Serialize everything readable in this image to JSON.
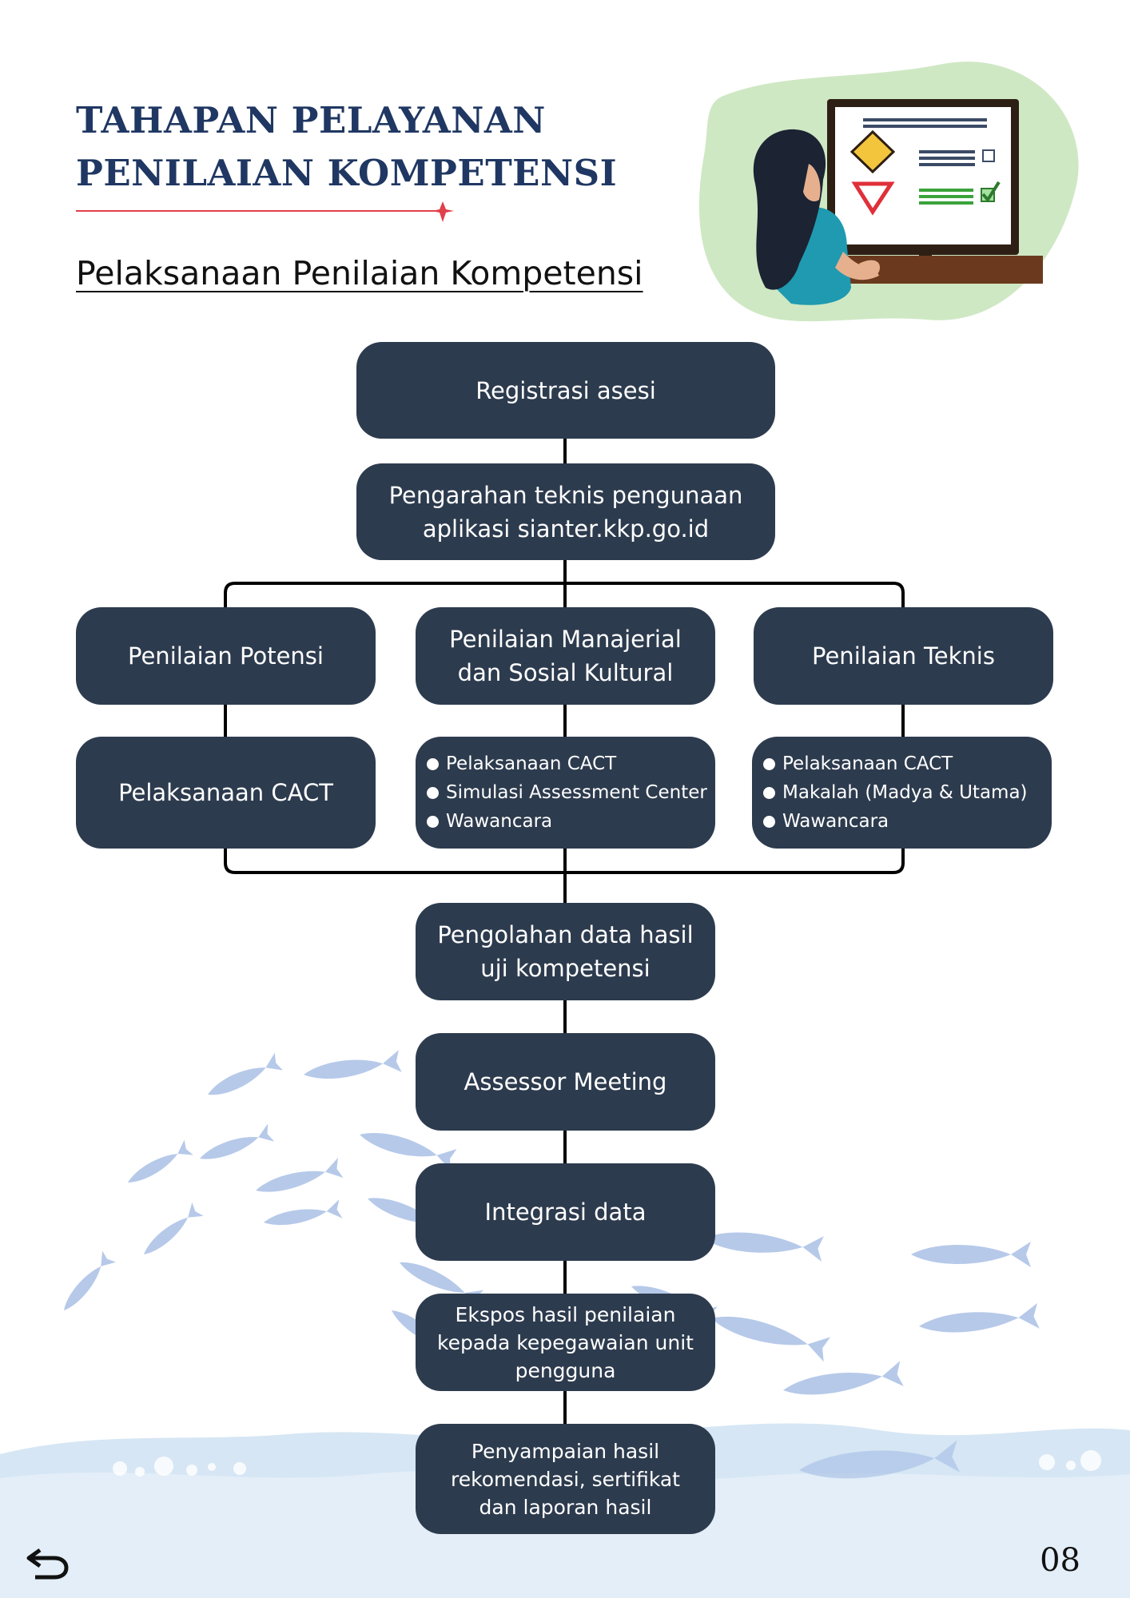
{
  "header": {
    "title_line1": "TAHAPAN PELAYANAN",
    "title_line2": "PENILAIAN KOMPETENSI",
    "subtitle": "Pelaksanaan Penilaian Kompetensi"
  },
  "flow": {
    "registration": "Registrasi asesi",
    "briefing_line1": "Pengarahan teknis pengunaan",
    "briefing_line2": "aplikasi sianter.kkp.go.id",
    "branch_potensi": "Penilaian Potensi",
    "branch_manajerial_line1": "Penilaian Manajerial",
    "branch_manajerial_line2": "dan Sosial Kultural",
    "branch_teknis": "Penilaian Teknis",
    "potensi_detail": "Pelaksanaan CACT",
    "manajerial_items": [
      "Pelaksanaan CACT",
      "Simulasi Assessment Center",
      "Wawancara"
    ],
    "teknis_items": [
      "Pelaksanaan CACT",
      "Makalah (Madya & Utama)",
      "Wawancara"
    ],
    "processing_line1": "Pengolahan data hasil",
    "processing_line2": "uji kompetensi",
    "assessor_meeting": "Assessor Meeting",
    "integration": "Integrasi data",
    "expose_line1": "Ekspos hasil penilaian",
    "expose_line2": "kepada kepegawaian unit",
    "expose_line3": "pengguna",
    "delivery_line1": "Penyampaian hasil",
    "delivery_line2": "rekomendasi, sertifikat",
    "delivery_line3": "dan laporan hasil"
  },
  "footer": {
    "page_number": "08",
    "back_icon": "undo-arrow-icon"
  },
  "colors": {
    "node_fill": "#2d3b4e",
    "title": "#1f3762",
    "accent_line": "#e0404a",
    "fish": "#a9c0e6",
    "water": "#cfe0f1"
  }
}
